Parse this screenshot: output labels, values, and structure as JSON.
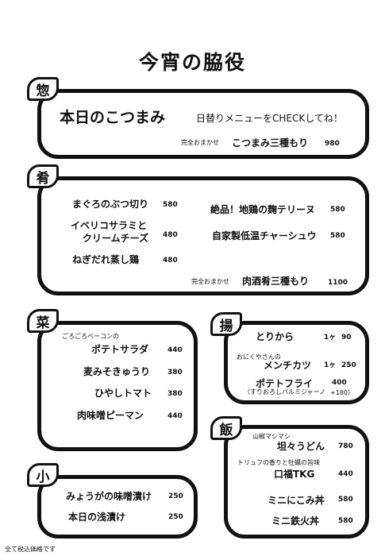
{
  "title": "今宵の脇役",
  "footer": "全て税込価格です",
  "sou": {
    "tag": "惣",
    "heading": "本日のこつまみ",
    "note": "日替りメニューをCHECKしてね！",
    "set_label": "完全おまかせ",
    "set_name": "こつまみ三種もり",
    "set_price": "980"
  },
  "kou": {
    "tag": "肴",
    "items": [
      {
        "name": "まぐろのぶつ切り",
        "price": "580"
      },
      {
        "name": "イベリコサラミと",
        "name2": "クリームチーズ",
        "price": "480"
      },
      {
        "name": "ねぎだれ蒸し鶏",
        "price": "480"
      },
      {
        "name": "絶品！地鶏の麹テリーヌ",
        "price": "580"
      },
      {
        "name": "自家製低温チャーシュウ",
        "price": "580"
      }
    ],
    "set_label": "完全おまかせ",
    "set_name": "肉酒肴三種もり",
    "set_price": "1100"
  },
  "sai": {
    "tag": "菜",
    "items": [
      {
        "sub": "ごろごろベーコンの",
        "name": "ポテトサラダ",
        "price": "440"
      },
      {
        "name": "麦みそきゅうり",
        "price": "380"
      },
      {
        "name": "ひやしトマト",
        "price": "380"
      },
      {
        "name": "肉味噌ピーマン",
        "price": "440"
      }
    ]
  },
  "age": {
    "tag": "揚",
    "items": [
      {
        "name": "とりから",
        "unit": "1ヶ",
        "price": "90"
      },
      {
        "sub": "おにくやさんの",
        "name": "メンチカツ",
        "unit": "1ヶ",
        "price": "250"
      },
      {
        "name": "ポテトフライ",
        "price": "400",
        "note": "（すりおろしパルミジャーノ",
        "extra": "+180）"
      }
    ]
  },
  "han": {
    "tag": "飯",
    "items": [
      {
        "sub": "山椒マシマシ",
        "name": "坦々うどん",
        "price": "780"
      },
      {
        "sub": "トリュフの香りと牡蠣の旨味",
        "name": "口福TKG",
        "price": "440"
      },
      {
        "name": "ミニにこみ丼",
        "price": "580"
      },
      {
        "name": "ミニ鉄火丼",
        "price": "580"
      }
    ]
  },
  "ko": {
    "tag": "小",
    "items": [
      {
        "name": "みょうがの味噌漬け",
        "price": "250"
      },
      {
        "name": "本日の浅漬け",
        "price": "250"
      }
    ]
  }
}
